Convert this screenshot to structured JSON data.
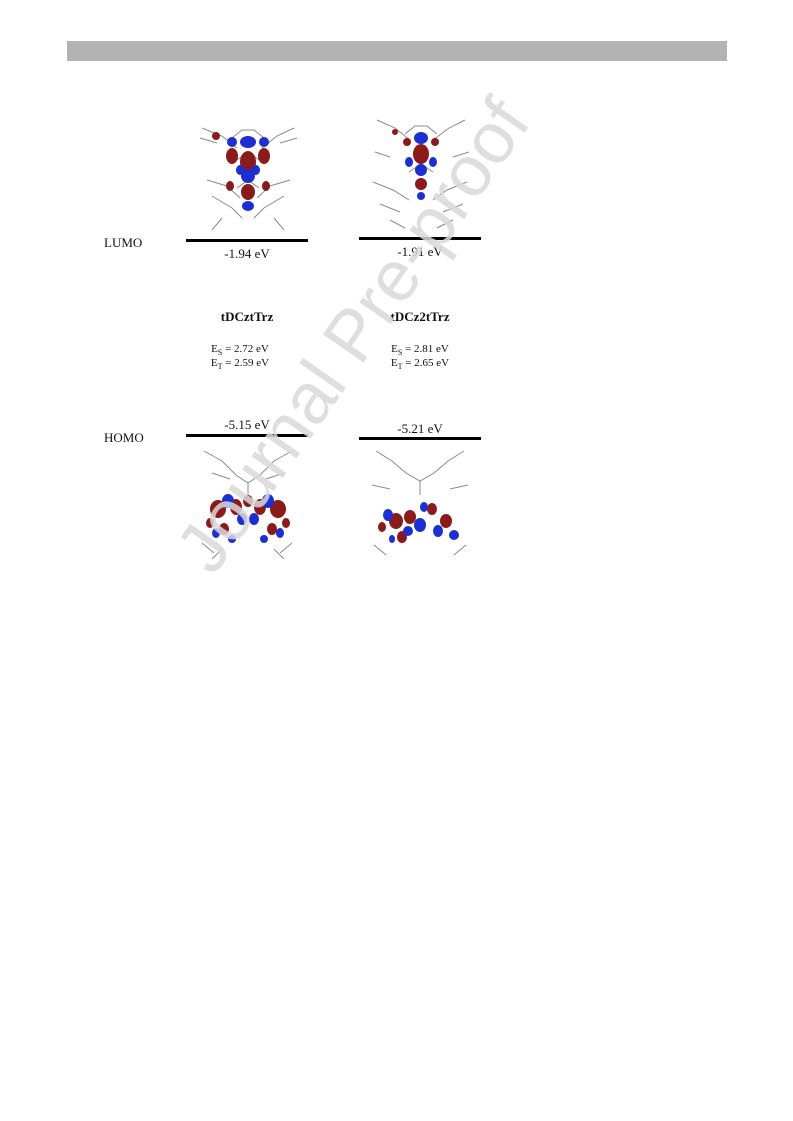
{
  "labels": {
    "lumo": "LUMO",
    "homo": "HOMO"
  },
  "compounds": [
    {
      "name": "tDCztTrz",
      "lumo": "-1.94 eV",
      "homo": "-5.15 eV",
      "es_label": "E",
      "es_sub": "S",
      "es_value": " = 2.72 eV",
      "et_label": "E",
      "et_sub": "T",
      "et_value": " = 2.59 eV"
    },
    {
      "name": "tDCz2tTrz",
      "lumo": "-1.91 eV",
      "homo": "-5.21 eV",
      "es_label": "E",
      "es_sub": "S",
      "es_value": " = 2.81 eV",
      "et_label": "E",
      "et_sub": "T",
      "et_value": " = 2.65 eV"
    }
  ],
  "watermark": "Journal Pre-proof",
  "colors": {
    "positive_lobe": "#8b1a1a",
    "negative_lobe": "#1d2fd0",
    "skeleton": "#8a8a8a",
    "header": "#b3b3b3"
  }
}
